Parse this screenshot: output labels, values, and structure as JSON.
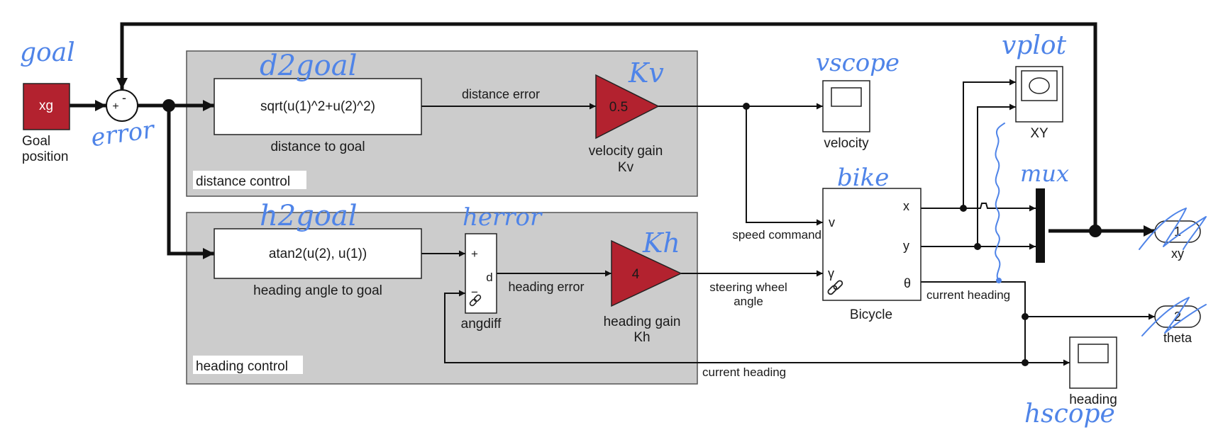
{
  "blocks": {
    "goal_const": {
      "value": "xg",
      "label_line1": "Goal",
      "label_line2": "position"
    },
    "sum_signs": {
      "plus": "+",
      "minus": "-"
    },
    "distance_fcn": {
      "expr": "sqrt(u(1)^2+u(2)^2)",
      "label": "distance to goal"
    },
    "heading_fcn": {
      "expr": "atan2(u(2), u(1))",
      "label": "heading angle to goal"
    },
    "velocity_gain": {
      "value": "0.5",
      "label_line1": "velocity gain",
      "label_line2": "Kv"
    },
    "heading_gain": {
      "value": "4",
      "label_line1": "heading gain",
      "label_line2": "Kh"
    },
    "angdiff": {
      "plus": "+",
      "minus": "−",
      "out": "d",
      "label": "angdiff"
    },
    "bicycle": {
      "in_v": "v",
      "in_gamma": "γ",
      "out_x": "x",
      "out_y": "y",
      "out_theta": "θ",
      "label": "Bicycle"
    },
    "scope_velocity": {
      "label": "velocity"
    },
    "scope_heading": {
      "label": "heading"
    },
    "xy_graph": {
      "label": "XY"
    },
    "out_xy": {
      "port": "1",
      "label": "xy"
    },
    "out_theta": {
      "port": "2",
      "label": "theta"
    }
  },
  "subsystems": {
    "distance": {
      "label": "distance control"
    },
    "heading": {
      "label": "heading control"
    }
  },
  "signals": {
    "distance_error": "distance error",
    "heading_error": "heading error",
    "speed_command": "speed command",
    "steering_line1": "steering wheel",
    "steering_line2": "angle",
    "current_heading_top": "current heading",
    "current_heading_bottom": "current heading"
  },
  "annotations": {
    "goal": "goal",
    "error": "error",
    "d2goal": "d2goal",
    "h2goal": "h2goal",
    "herror": "herror",
    "kv": "Kv",
    "kh": "Kh",
    "vscope": "vscope",
    "vplot": "vplot",
    "bike": "bike",
    "mux": "mux",
    "hscope": "hscope"
  },
  "colors": {
    "block_red": "#b3222f",
    "subsystem_gray": "#cccccc",
    "annotation_blue": "#4f84e8"
  }
}
